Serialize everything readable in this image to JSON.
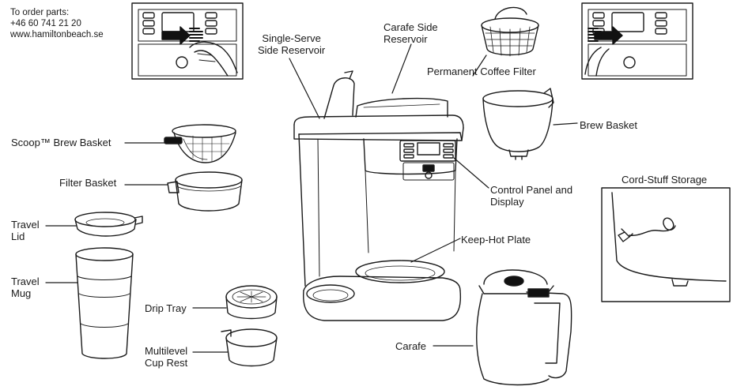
{
  "contact": {
    "line1": "To order parts:",
    "line2": "+46 60 741 21 20",
    "line3": "www.hamiltonbeach.se"
  },
  "labels": {
    "single_serve_reservoir": [
      "Single-Serve",
      "Side Reservoir"
    ],
    "carafe_side_reservoir": [
      "Carafe Side",
      "Reservoir"
    ],
    "permanent_coffee_filter": "Permanent Coffee Filter",
    "brew_basket": "Brew Basket",
    "scoop_brew_basket": "Scoop™ Brew Basket",
    "filter_basket": "Filter Basket",
    "control_panel": [
      "Control Panel and",
      "Display"
    ],
    "cord_storage": "Cord-Stuff Storage",
    "travel_lid": [
      "Travel",
      "Lid"
    ],
    "travel_mug": [
      "Travel",
      "Mug"
    ],
    "keep_hot_plate": "Keep-Hot Plate",
    "drip_tray": "Drip Tray",
    "multilevel_cup_rest": [
      "Multilevel",
      "Cup Rest"
    ],
    "carafe": "Carafe"
  },
  "colors": {
    "line": "#1a1a1a",
    "fill": "#ffffff",
    "dark": "#111111"
  }
}
